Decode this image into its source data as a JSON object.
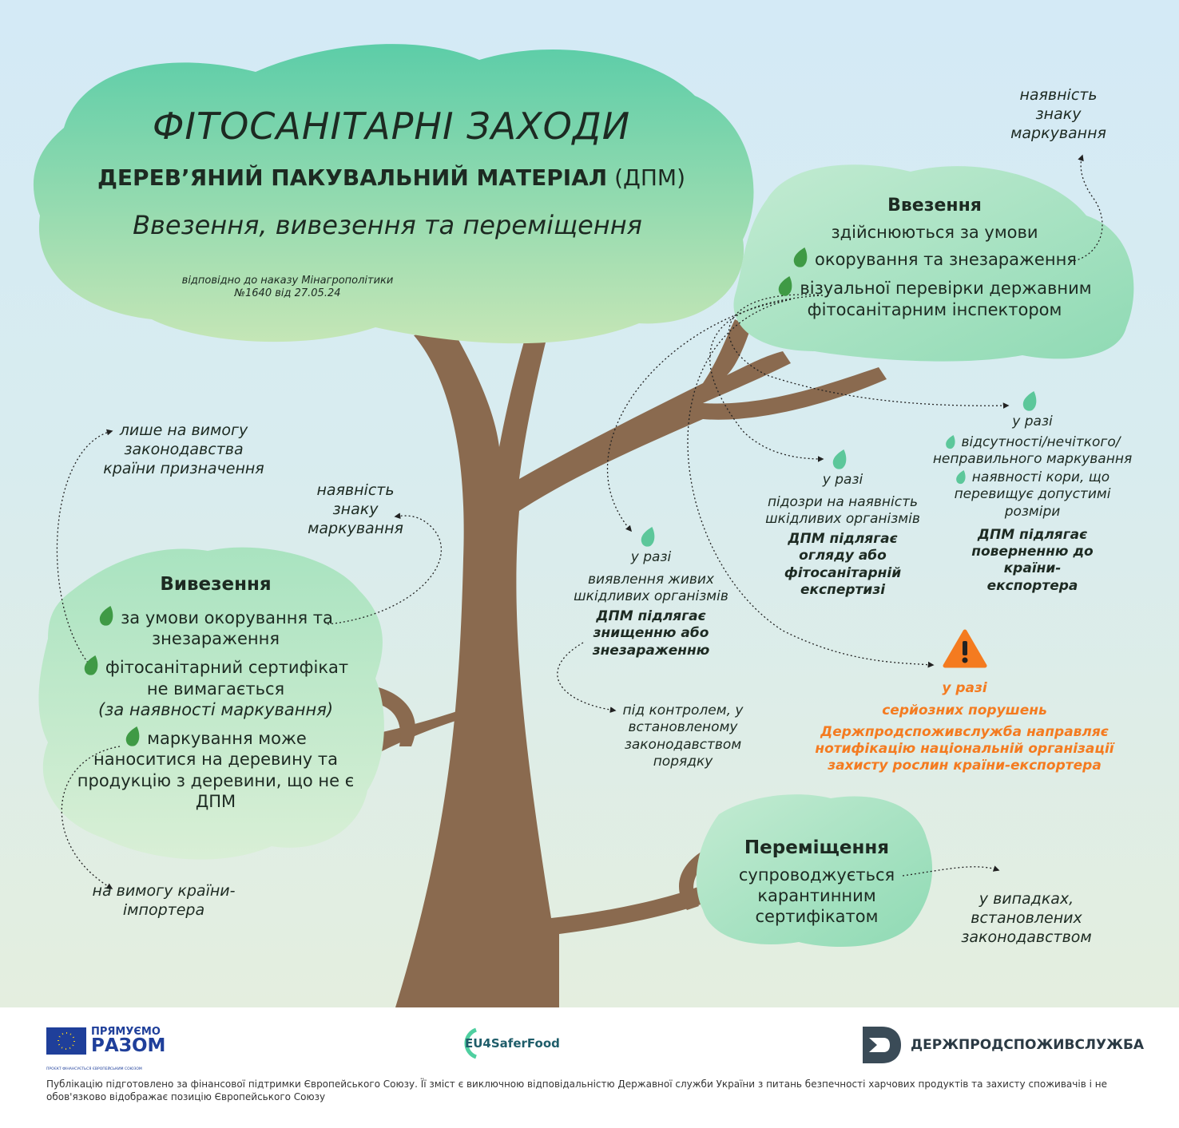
{
  "header": {
    "title": "ФІТОСАНІТАРНІ ЗАХОДИ",
    "subtitle_bold": "ДЕРЕВ’ЯНИЙ ПАКУВАЛЬНИЙ МАТЕРІАЛ",
    "subtitle_abbr": "(ДПМ)",
    "tagline": "Ввезення, вивезення та переміщення",
    "reference_line1": "відповідно до наказу Мінагрополітики",
    "reference_line2": "№1640 від 27.05.24"
  },
  "import": {
    "heading": "Ввезення",
    "intro": "здійснюються за умови",
    "items": [
      "окорування та знезараження",
      "візуальної перевірки державним фітосанітарним інспектором"
    ],
    "note_marking": "наявність знаку маркування"
  },
  "export": {
    "heading": "Вивезення",
    "items": [
      {
        "text": "за умови окорування та знезараження"
      },
      {
        "text": "фітосанітарний сертифікат не вимагається",
        "note": "(за наявності маркування)"
      },
      {
        "text": "маркування може наноситися на деревину та продукцію з деревини, що не є ДПМ"
      }
    ],
    "note_top": "лише на вимогу законодавства країни призначення",
    "note_marking": "наявність знаку маркування",
    "note_bottom": "на вимогу країни-імпортера"
  },
  "cases": {
    "live_pests": {
      "if": "у разі",
      "condition": "виявлення живих шкідливих організмів",
      "result": "ДПМ підлягає знищенню або знезараженню",
      "note": "під контролем, у встановленому законодавством порядку"
    },
    "suspicion": {
      "if": "у разі",
      "condition": "підозри на наявність шкідливих організмів",
      "result": "ДПМ підлягає огляду або фітосанітарній експертизі"
    },
    "marking": {
      "if": "у разі",
      "condition1": "відсутності/нечіткого/ неправильного маркування",
      "condition2": "наявності кори, що перевищує допустимі розміри",
      "result": "ДПМ підлягає поверненню до країни-експортера"
    },
    "serious": {
      "if": "у разі",
      "condition": "серйозних порушень",
      "result": "Держпродспоживслужба направляє нотифікацію національній організації захисту рослин країни-експортера"
    }
  },
  "movement": {
    "heading": "Переміщення",
    "text": "супроводжується карантинним сертифікатом",
    "note": "у випадках, встановлених законодавством"
  },
  "footer": {
    "logo_eu_line1": "ПРЯМУЄМО",
    "logo_eu_line2": "РАЗОМ",
    "logo_eu_caption": "ПРОЄКТ ФІНАНСУЄТЬСЯ ЄВРОПЕЙСЬКИМ СОЮЗОМ",
    "logo_eu4": "EU4SaferFood",
    "logo_dpss": "ДЕРЖПРОДСПОЖИВСЛУЖБА",
    "disclaimer": "Публікацію підготовлено за фінансової підтримки Європейського Союзу. Її зміст є виключною відповідальністю Державної служби України з питань безпечності харчових продуктів та захисту споживачів і не обов'язково відображає позицію Європейського Союзу"
  },
  "colors": {
    "trunk": "#8a6a4f",
    "leaf": "#5cc79a",
    "warning": "#f47b20",
    "cloud_top": "#5ccda8",
    "cloud_bottom": "#c3e5b8"
  }
}
